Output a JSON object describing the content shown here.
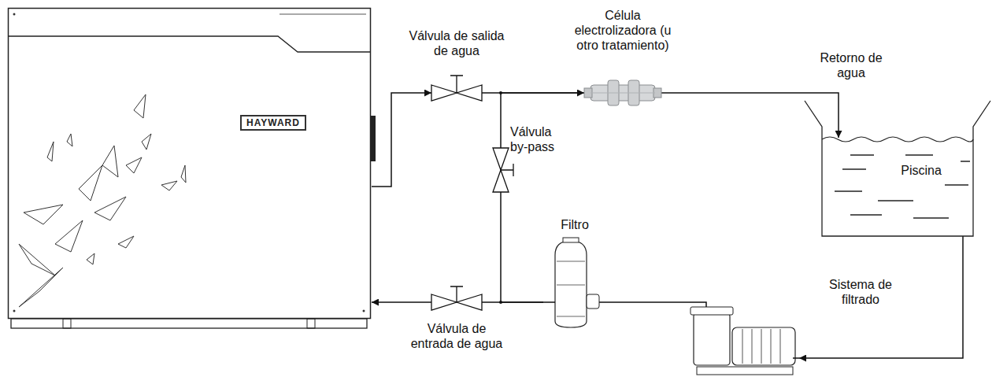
{
  "diagram": {
    "nodes": [
      {
        "text": [
          "HAYWARD"
        ]
      },
      {
        "text": [
          "Válvula de salida de agua"
        ]
      },
      {
        "text": [
          "Célula electrolizadora (u otro tratamiento)"
        ]
      },
      {
        "text": [
          "Piscina"
        ]
      },
      {
        "text": [
          "Sistema de filtrado"
        ]
      },
      {
        "text": [
          "Filtro"
        ]
      },
      {
        "text": [
          "Válvula de entrada de agua"
        ]
      },
      {
        "text": [
          "Válvula by-pass"
        ]
      }
    ],
    "edges": [
      {
        "from": 0,
        "to": 1,
        "arrow": "to"
      },
      {
        "from": 1,
        "to": 2,
        "arrow": "to"
      },
      {
        "from": 2,
        "to": 3,
        "label": "Retorno de agua",
        "arrow": "to"
      },
      {
        "from": 3,
        "to": 4,
        "arrow": "to"
      },
      {
        "from": 4,
        "to": 5,
        "arrow": "none"
      },
      {
        "from": 5,
        "to": 6,
        "arrow": "none"
      },
      {
        "from": 6,
        "to": 0,
        "arrow": "to"
      },
      {
        "from": 5,
        "to": 7,
        "arrow": "none"
      },
      {
        "from": 7,
        "to": 2,
        "arrow": "none"
      }
    ]
  }
}
